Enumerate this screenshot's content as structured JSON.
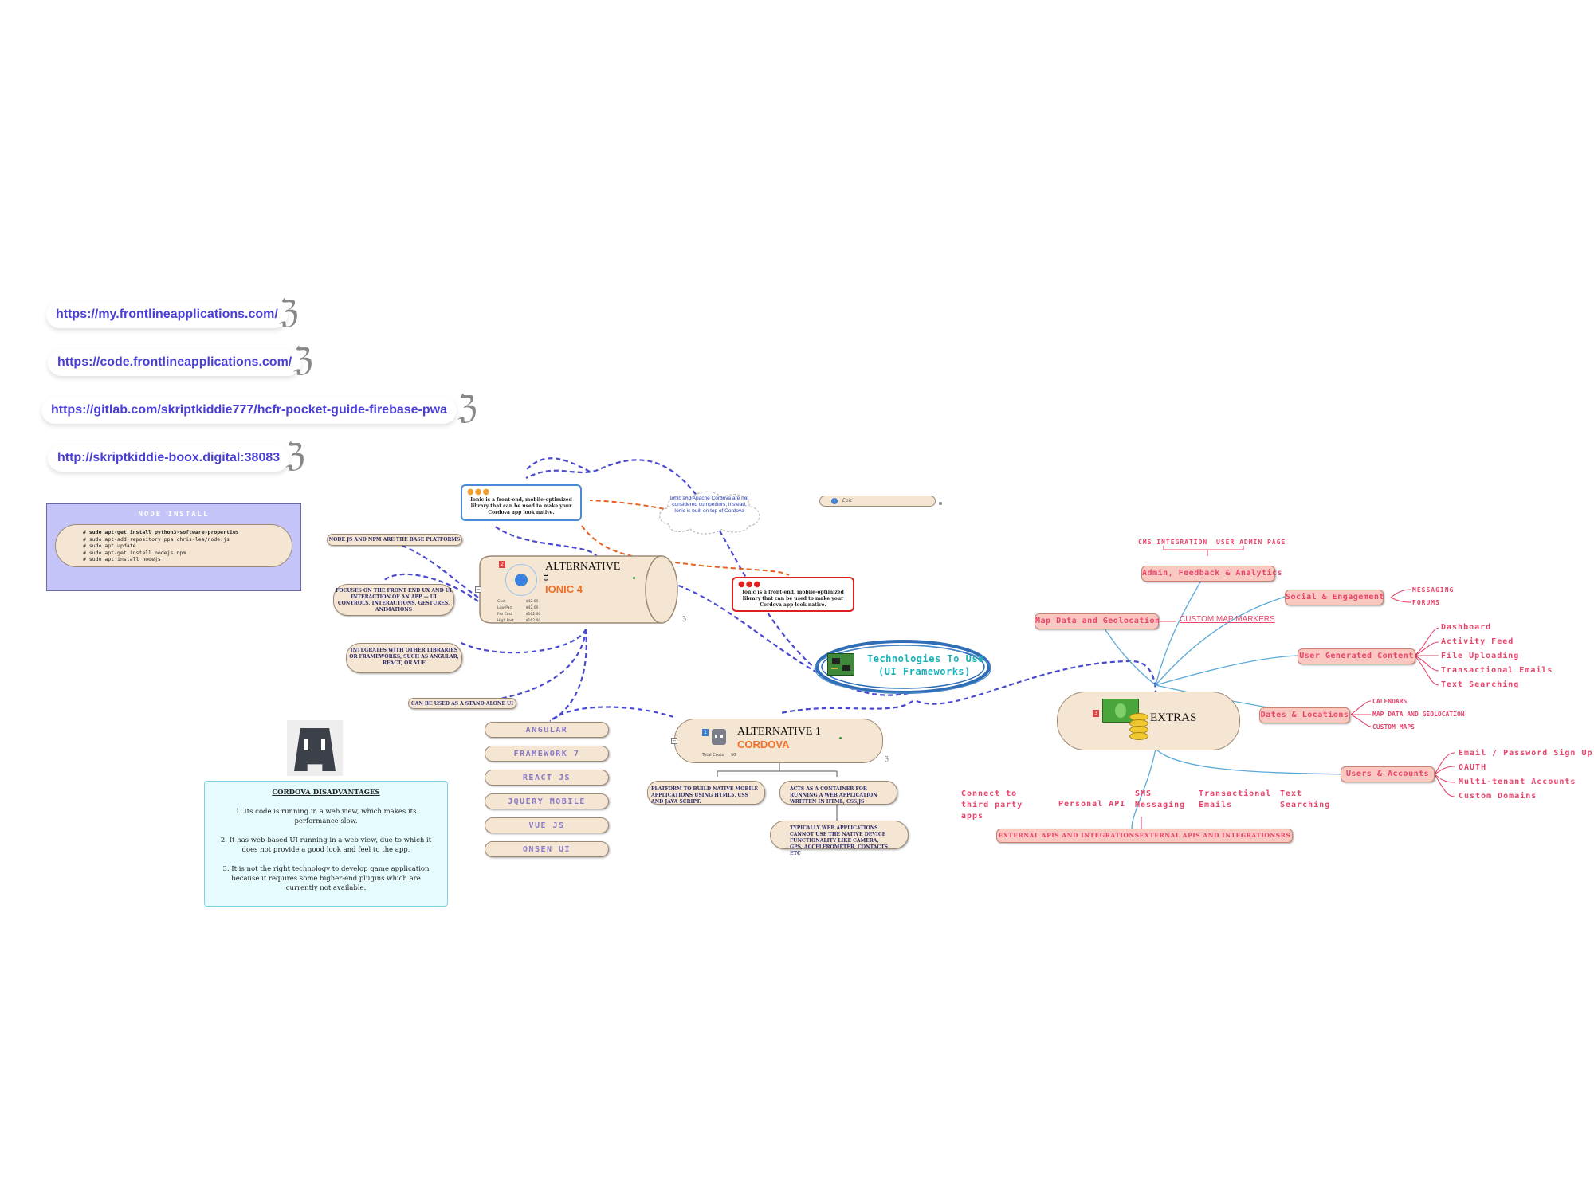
{
  "links": [
    {
      "url": "https://my.frontlineapplications.com/"
    },
    {
      "url": "https://code.frontlineapplications.com/"
    },
    {
      "url": "https://gitlab.com/skriptkiddie777/hcfr-pocket-guide-firebase-pwa"
    },
    {
      "url": "http://skriptkiddie-boox.digital:38083"
    }
  ],
  "node_install": {
    "title": "NODE INSTALL",
    "lines": [
      "# sudo apt-get install python3-software-properties",
      "# sudo apt-add-repository ppa:chris-lea/node.js",
      "# sudo apt update",
      "# sudo apt-get install nodejs npm",
      "# sudo apt install nodejs"
    ]
  },
  "central": {
    "line1": "Technologies To Use",
    "line2": "(UI Frameworks)"
  },
  "ionic": {
    "badge": "2",
    "title": "ALTERNATIVE",
    "digits": "10",
    "subtitle": "IONIC 4",
    "table": [
      [
        "Cost",
        "$42.00"
      ],
      [
        "Low Part",
        "$42.00"
      ],
      [
        "Pro Cost",
        "$162.00"
      ],
      [
        "High Part",
        "$162.00"
      ]
    ],
    "children": [
      "NODE JS AND NPM ARE THE BASE PLATFORMS",
      "FOCUSES ON THE FRONT END UX AND UI INTERACTION OF AN APP — UI CONTROLS, INTERACTIONS, GESTURES, ANIMATIONS",
      "INTEGRATES WITH OTHER LIBRARIES OR FRAMEWORKS, SUCH AS ANGULAR, REACT, OR VUE",
      "CAN BE USED AS A STAND ALONE UI"
    ]
  },
  "frameworks": [
    "ANGULAR",
    "FRAMEWORK 7",
    "REACT JS",
    "JQUERY MOBILE",
    "VUE JS",
    "ONSEN UI"
  ],
  "callout_top": "Ionic is a front-end, mobile-optimized library that can be used to make your Cordova app look native.",
  "callout_right": "Ionic is a front-end, mobile-optimized library that can be used to make your Cordova app look native.",
  "cloud_note": "Ionic and Apache Cordova are not considered competitors; instead, Ionic is built on top of Cordova",
  "small_note": "Epic",
  "cordova": {
    "badge": "1",
    "title": "ALTERNATIVE 1",
    "subtitle": "CORDOVA",
    "total_label": "Total Costs",
    "total_value": "$0",
    "children": [
      "PLATFORM TO BUILD NATIVE MOBILE APPLICATIONS USING HTML5, CSS AND JAVA SCRIPT.",
      "ACTS AS A CONTAINER FOR RUNNING A WEB APPLICATION WRITTEN IN HTML, CSS,JS",
      "TYPICALLY WEB APPLICATIONS CANNOT USE THE NATIVE DEVICE FUNCTIONALITY LIKE CAMERA, GPS, ACCELEROMETER, CONTACTS ETC"
    ]
  },
  "cordova_disadvantages": {
    "title": "CORDOVA DISADVANTAGES",
    "items": [
      "1. Its code is running in a web view, which makes its performance slow.",
      "2. It has web-based UI running in a web view, due to which it does not provide a good look and feel to the app.",
      "3. It is not the right technology to develop game application because it requires some higher-end plugins which are currently not available."
    ]
  },
  "extras": {
    "badge": "3",
    "title": "EXTRAS",
    "admin": {
      "label": "Admin, Feedback & Analytics",
      "children": [
        "CMS INTEGRATION",
        "USER ADMIN PAGE"
      ]
    },
    "social": {
      "label": "Social & Engagement",
      "children": [
        "MESSAGING",
        "FORUMS"
      ]
    },
    "map": {
      "label": "Map Data and Geolocation",
      "children": [
        "CUSTOM MAP MARKERS"
      ]
    },
    "ugc": {
      "label": "User Generated Content",
      "children": [
        "Dashboard",
        "Activity Feed",
        "File Uploading",
        "Transactional Emails",
        "Text Searching"
      ]
    },
    "dates": {
      "label": "Dates & Locations",
      "children": [
        "CALENDARS",
        "MAP DATA AND GEOLOCATION",
        "CUSTOM MAPS"
      ]
    },
    "users": {
      "label": "Users & Accounts",
      "children": [
        "Email / Password Sign Up",
        "OAUTH",
        "Multi-tenant Accounts",
        "Custom Domains"
      ]
    },
    "external": {
      "label": "EXTERNAL APIS AND INTEGRATIONSEXTERNAL APIS AND INTEGRATIONSRS",
      "children": [
        "Connect to third party apps",
        "Personal API",
        "SMS Messaging",
        "Transactional Emails",
        "Text Searching"
      ]
    }
  },
  "colors": {
    "dashed_link": "#4a4ad0",
    "orange_link": "#e8601c",
    "extras_link": "#5aa9d8",
    "red_text": "#e8446b",
    "central_ring": "#2f6db5",
    "central_text": "#1ab0b8"
  }
}
